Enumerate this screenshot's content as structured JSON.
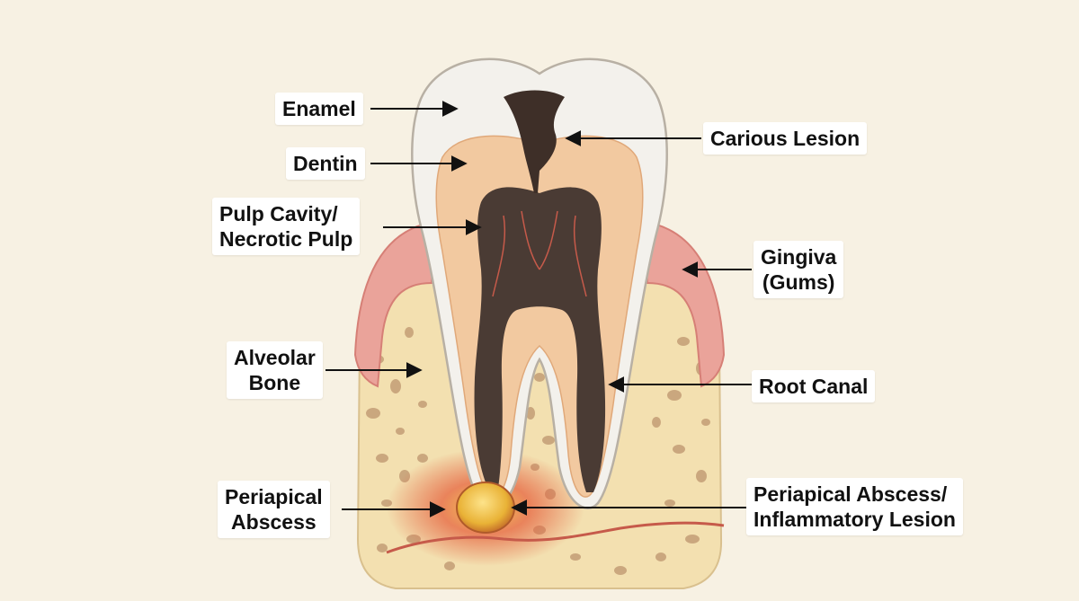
{
  "colors": {
    "background": "#f7f1e3",
    "enamel": "#f3f1ec",
    "dentin": "#f2c9a0",
    "pulp": "#4a3b34",
    "caries": "#3e2f28",
    "gingiva": "#eaa39a",
    "bone": "#f3e0b0",
    "bone_holes": "#c19a72",
    "abscess": "#f2c040",
    "inflammation": "#e25a3c"
  },
  "labels": {
    "enamel": "Enamel",
    "dentin": "Dentin",
    "pulp": {
      "line1": "Pulp Cavity/",
      "line2": "Necrotic Pulp"
    },
    "alveolar": {
      "line1": "Alveolar",
      "line2": "Bone"
    },
    "periapical": {
      "line1": "Periapical",
      "line2": "Abscess"
    },
    "carious": "Carious Lesion",
    "gingiva": {
      "line1": "Gingiva",
      "line2": "(Gums)"
    },
    "root_canal": "Root Canal",
    "lesion": {
      "line1": "Periapical Abscess/",
      "line2": "Inflammatory Lesion"
    }
  }
}
